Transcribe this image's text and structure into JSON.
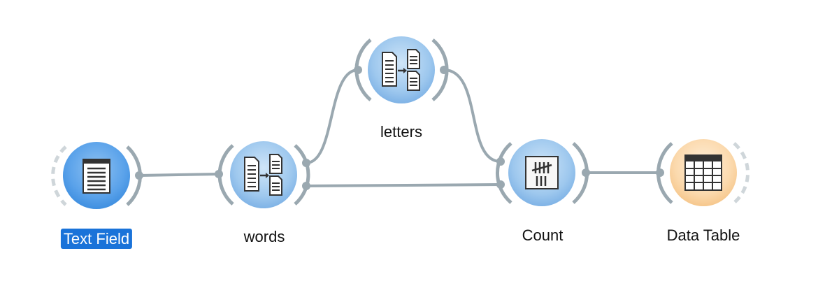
{
  "canvas": {
    "nodes": [
      {
        "id": "text-field",
        "label": "Text Field",
        "icon": "text-document-icon",
        "selected": true,
        "color": "#5fa6ec"
      },
      {
        "id": "words",
        "label": "words",
        "icon": "split-documents-icon",
        "selected": false,
        "color": "#a9cff0"
      },
      {
        "id": "letters",
        "label": "letters",
        "icon": "split-documents-icon",
        "selected": false,
        "color": "#a9cff0"
      },
      {
        "id": "count",
        "label": "Count",
        "icon": "tally-icon",
        "selected": false,
        "color": "#a9cff0"
      },
      {
        "id": "data-table",
        "label": "Data Table",
        "icon": "table-icon",
        "selected": false,
        "color": "#fbd7a8"
      }
    ],
    "links": [
      {
        "from": "text-field",
        "to": "words"
      },
      {
        "from": "words",
        "to": "letters"
      },
      {
        "from": "letters",
        "to": "count"
      },
      {
        "from": "words",
        "to": "count"
      },
      {
        "from": "count",
        "to": "data-table"
      }
    ]
  },
  "colors": {
    "link": "#9aa8b0",
    "selection_accent": "#1a73d9"
  }
}
